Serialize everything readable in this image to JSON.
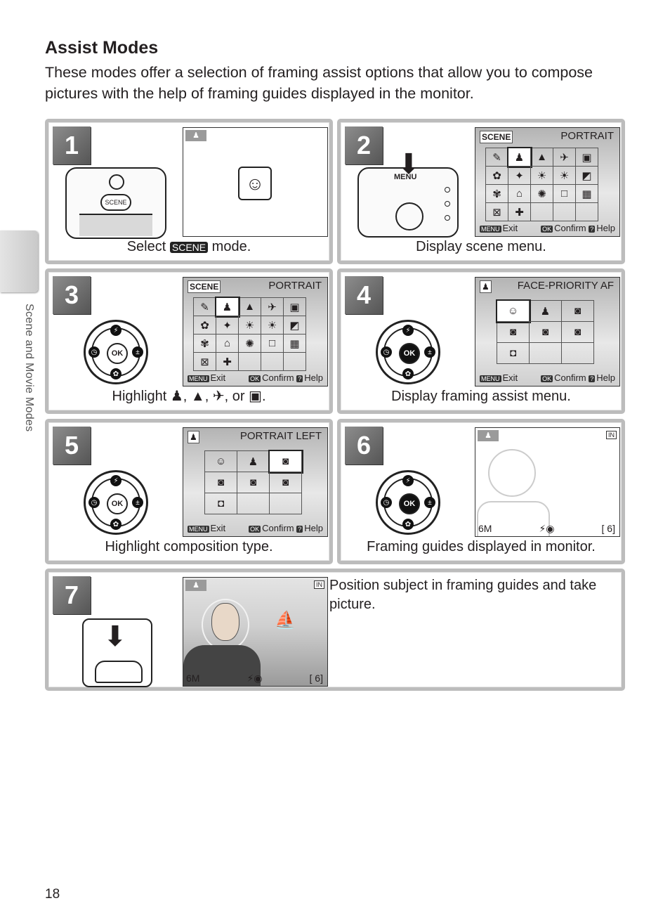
{
  "page": {
    "title": "Assist Modes",
    "intro": "These modes offer a selection of framing assist options that allow you to compose pictures with the help of framing guides displayed in the monitor.",
    "side_label": "Scene and Movie Modes",
    "page_number": "18"
  },
  "steps": [
    {
      "number": "1",
      "caption_pre": "Select ",
      "caption_key": "SCENE",
      "caption_post": " mode.",
      "camera_button": "SCENE",
      "screen_icon": "portrait-scene-icon"
    },
    {
      "number": "2",
      "caption": "Display scene menu.",
      "camera_button": "MENU",
      "screen": {
        "header_left": "SCENE",
        "header_right": "PORTRAIT",
        "footer_exit_key": "MENU",
        "footer_exit": "Exit",
        "footer_confirm_key": "OK",
        "footer_confirm": "Confirm",
        "footer_help_key": "?",
        "footer_help": "Help",
        "grid": [
          "✎",
          "♟",
          "▲",
          "✈",
          "▣",
          "✿",
          "✦",
          "☀",
          "☀",
          "◩",
          "✾",
          "⌂",
          "✺",
          "□",
          "▦",
          "⊠",
          "✚",
          "",
          "",
          ""
        ]
      }
    },
    {
      "number": "3",
      "caption": "Highlight ♟, ▲, ✈, or ▣.",
      "screen": {
        "header_left": "SCENE",
        "header_right": "PORTRAIT",
        "footer_exit_key": "MENU",
        "footer_exit": "Exit",
        "footer_confirm_key": "OK",
        "footer_confirm": "Confirm",
        "footer_help_key": "?",
        "footer_help": "Help",
        "grid": [
          "✎",
          "♟",
          "▲",
          "✈",
          "▣",
          "✿",
          "✦",
          "☀",
          "☀",
          "◩",
          "✾",
          "⌂",
          "✺",
          "□",
          "▦",
          "⊠",
          "✚",
          "",
          "",
          ""
        ]
      },
      "ok_label": "OK"
    },
    {
      "number": "4",
      "caption": "Display framing assist menu.",
      "screen": {
        "header_left": "♟",
        "header_right": "FACE-PRIORITY AF",
        "footer_exit_key": "MENU",
        "footer_exit": "Exit",
        "footer_confirm_key": "OK",
        "footer_confirm": "Confirm",
        "footer_help_key": "?",
        "footer_help": "Help",
        "grid": [
          "☺",
          "♟",
          "◙",
          "◙",
          "◙",
          "◙",
          "◘",
          "",
          ""
        ]
      },
      "ok_label": "OK"
    },
    {
      "number": "5",
      "caption": "Highlight composition type.",
      "screen": {
        "header_left": "♟",
        "header_right": "PORTRAIT LEFT",
        "footer_exit_key": "MENU",
        "footer_exit": "Exit",
        "footer_confirm_key": "OK",
        "footer_confirm": "Confirm",
        "footer_help_key": "?",
        "footer_help": "Help",
        "grid": [
          "☺",
          "♟",
          "◙",
          "◙",
          "◙",
          "◙",
          "◘",
          "",
          ""
        ]
      },
      "ok_label": "OK"
    },
    {
      "number": "6",
      "caption": "Framing guides displayed in monitor.",
      "screen": {
        "corner_left": "♟",
        "corner_right": "IN",
        "status_left": "6M",
        "status_mid": "⚡◉",
        "status_right": "[ 6]"
      },
      "ok_label": "OK"
    },
    {
      "number": "7",
      "caption": "Position subject in framing guides and take picture.",
      "screen": {
        "corner_left": "♟",
        "corner_right": "IN",
        "status_left": "6M",
        "status_mid": "⚡◉",
        "status_right": "[ 6]"
      }
    }
  ]
}
